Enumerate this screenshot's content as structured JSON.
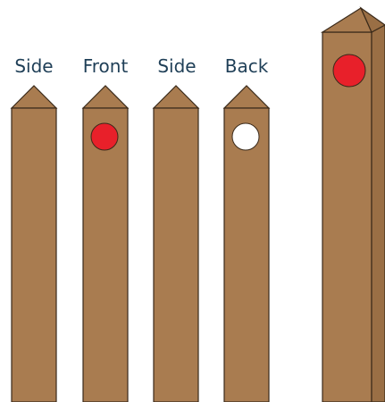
{
  "faces": [
    {
      "label": "Side",
      "marker": "none"
    },
    {
      "label": "Front",
      "marker": "red"
    },
    {
      "label": "Side",
      "marker": "none"
    },
    {
      "label": "Back",
      "marker": "white"
    }
  ],
  "post_3d": {
    "marker": "red"
  },
  "colors": {
    "wood": "#a97c50",
    "wood_side": "#9a6f45",
    "outline": "#3a2a1a",
    "label_text": "#1f3f57",
    "marker_red": "#e8202a",
    "marker_white": "#ffffff"
  }
}
